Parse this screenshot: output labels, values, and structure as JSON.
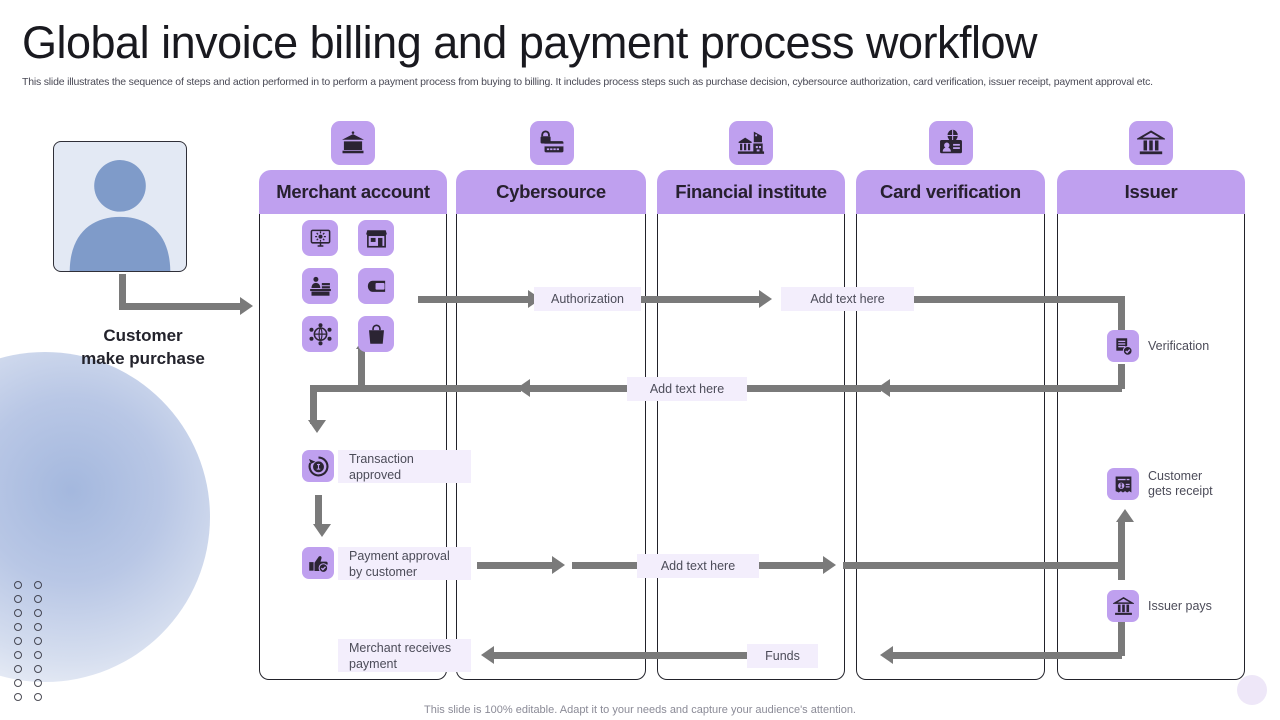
{
  "slide": {
    "title": "Global invoice billing and payment process workflow",
    "subtitle": "This slide illustrates the sequence of steps and action performed in to perform a payment process from buying to billing. It includes process steps such as purchase decision, cybersource authorization, card verification, issuer receipt, payment approval etc.",
    "footer": "This slide is 100% editable. Adapt it to your needs and capture your audience's attention."
  },
  "theme": {
    "accent_purple": "#bfa0ef",
    "tag_fill": "#f3eefc",
    "arrow_gray": "#7a7a7a",
    "lane_border": "#22222a",
    "avatar_blue": "#7f9bc9",
    "avatar_bg": "#e3e9f4",
    "title_color": "#19191f"
  },
  "customer": {
    "label_line1": "Customer",
    "label_line2": "make purchase",
    "avatar_icon": "user-avatar-icon"
  },
  "lanes": [
    {
      "id": "merchant-account",
      "label": "Merchant account",
      "badge_icon": "bank-building-icon"
    },
    {
      "id": "cybersource",
      "label": "Cybersource",
      "badge_icon": "secure-card-icon"
    },
    {
      "id": "financial-institute",
      "label": "Financial institute",
      "badge_icon": "institution-icon"
    },
    {
      "id": "card-verification",
      "label": "Card verification",
      "badge_icon": "id-card-globe-icon"
    },
    {
      "id": "issuer",
      "label": "Issuer",
      "badge_icon": "bank-columns-icon"
    }
  ],
  "merchant_icons": [
    {
      "name": "online-store-monitor-icon"
    },
    {
      "name": "shop-storefront-icon"
    },
    {
      "name": "checkout-counter-icon"
    },
    {
      "name": "swipe-card-hand-icon"
    },
    {
      "name": "global-network-icon"
    },
    {
      "name": "shopping-bag-icon"
    }
  ],
  "flow_labels": {
    "authorization": "Authorization",
    "add_text_1": "Add text here",
    "add_text_2": "Add text here",
    "add_text_3": "Add text here",
    "transaction_approved": {
      "line1": "Transaction",
      "line2": "approved",
      "icon": "transaction-refresh-icon"
    },
    "payment_approval": {
      "line1": "Payment approval",
      "line2": "by customer",
      "icon": "thumbs-up-check-icon"
    },
    "merchant_receives": {
      "line1": "Merchant receives",
      "line2": "payment"
    },
    "funds": "Funds",
    "verification": {
      "label": "Verification",
      "icon": "document-check-icon"
    },
    "customer_gets_receipt": {
      "line1": "Customer",
      "line2": "gets receipt",
      "icon": "receipt-icon"
    },
    "issuer_pays": {
      "label": "Issuer pays",
      "icon": "bank-columns-icon"
    }
  }
}
